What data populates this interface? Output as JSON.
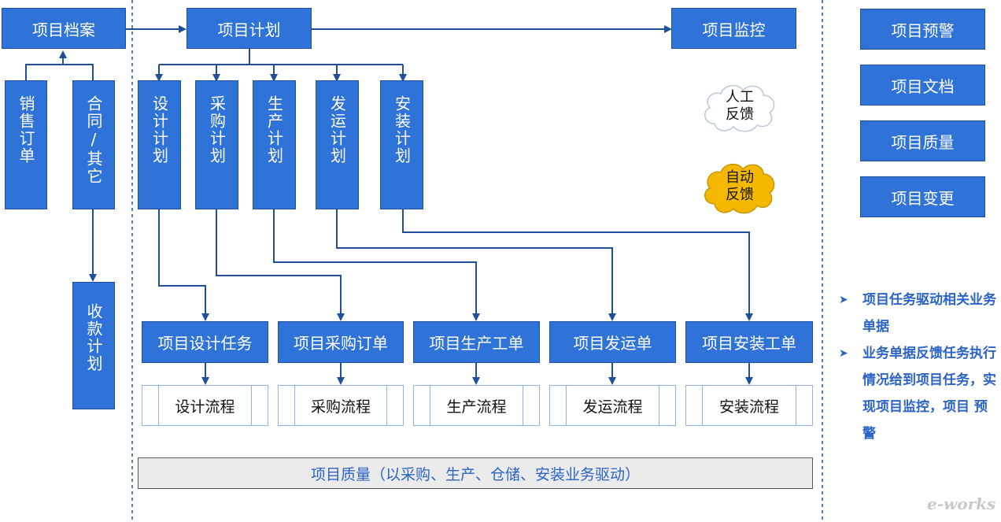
{
  "top": {
    "archive": "项目档案",
    "plan": "项目计划",
    "monitor": "项目监控"
  },
  "left": {
    "sales_order": "销售订单",
    "contract": "合同/其它",
    "payment_plan": "收款计划"
  },
  "plans": [
    "设计计划",
    "采购计划",
    "生产计划",
    "发运计划",
    "安装计划"
  ],
  "tasks": [
    "项目设计任务",
    "项目采购订单",
    "项目生产工单",
    "项目发运单",
    "项目安装工单"
  ],
  "processes": [
    "设计流程",
    "采购流程",
    "生产流程",
    "发运流程",
    "安装流程"
  ],
  "quality_bar": "项目质量（以采购、生产、仓储、安装业务驱动）",
  "feedback": {
    "manual": [
      "人工",
      "反馈"
    ],
    "auto": [
      "自动",
      "反馈"
    ],
    "colors": {
      "manual": "#ffffff",
      "auto": "#f5b800"
    }
  },
  "right_modules": [
    "项目预警",
    "项目文档",
    "项目质量",
    "项目变更"
  ],
  "notes": [
    {
      "icon": "arrow-right-icon",
      "text": "项目任务驱动相关业务单据"
    },
    {
      "icon": "arrow-right-icon",
      "text": "业务单据反馈任务执行情况给到项目任务，实现项目监控，项目 预警"
    }
  ],
  "logo_text": "e-works",
  "colors": {
    "box": "#2f73d8",
    "border": "#1f4f9a",
    "line": "#1f4f9a",
    "note": "#2b63c8"
  }
}
